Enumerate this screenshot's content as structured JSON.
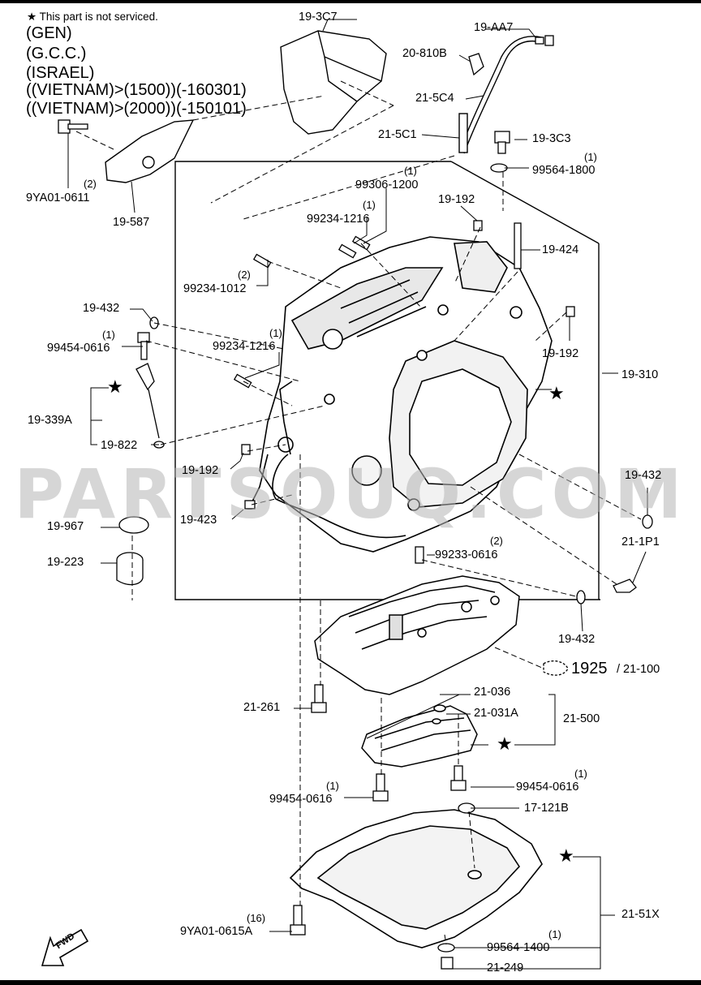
{
  "header": {
    "notice_star": "★",
    "notice_text": "This part is not serviced.",
    "variants": [
      "(GEN)",
      "(G.C.C.)",
      "(ISRAEL)",
      "((VIETNAM)>(1500))(-160301)",
      "((VIETNAM)>(2000))(-150101)"
    ]
  },
  "watermark": "PARTSOUQ.COM",
  "parts": {
    "p_19_3C7": "19-3C7",
    "p_19_AA7": "19-AA7",
    "p_20_810B": "20-810B",
    "p_21_5C4": "21-5C4",
    "p_21_5C1": "21-5C1",
    "p_19_3C3": "19-3C3",
    "p_99564_1800": "99564-1800",
    "q_99564_1800": "(1)",
    "p_9YA01_0611": "9YA01-0611",
    "q_9YA01_0611": "(2)",
    "p_19_587": "19-587",
    "p_99306_1200": "99306-1200",
    "q_99306_1200": "(1)",
    "p_99234_1216_a": "99234-1216",
    "q_99234_1216_a": "(1)",
    "p_19_192_a": "19-192",
    "p_19_424": "19-424",
    "p_99234_1012": "99234-1012",
    "q_99234_1012": "(2)",
    "p_19_432_a": "19-432",
    "p_99454_0616_a": "99454-0616",
    "q_99454_0616_a": "(1)",
    "p_99234_1216_b": "99234-1216",
    "q_99234_1216_b": "(1)",
    "p_19_192_b": "19-192",
    "p_19_310": "19-310",
    "p_19_339A": "19-339A",
    "p_19_822": "19-822",
    "p_19_192_c": "19-192",
    "p_19_432_b": "19-432",
    "p_21_1P1": "21-1P1",
    "p_19_967": "19-967",
    "p_19_423": "19-423",
    "p_99233_0616": "99233-0616",
    "q_99233_0616": "(2)",
    "p_19_223": "19-223",
    "p_19_432_c": "19-432",
    "p_1925": "1925",
    "p_21_100": "/ 21-100",
    "p_21_036": "21-036",
    "p_21_261": "21-261",
    "p_21_031A": "21-031A",
    "p_21_500": "21-500",
    "p_99454_0616_b": "99454-0616",
    "q_99454_0616_b": "(1)",
    "p_99454_0616_c": "99454-0616",
    "q_99454_0616_c": "(1)",
    "p_17_121B": "17-121B",
    "p_21_51X": "21-51X",
    "p_9YA01_0615A": "9YA01-0615A",
    "q_9YA01_0615A": "(16)",
    "p_99564_1400": "99564-1400",
    "q_99564_1400": "(1)",
    "p_21_249": "21-249",
    "fwd": "FWD"
  },
  "stars": {
    "symbol": "★"
  }
}
